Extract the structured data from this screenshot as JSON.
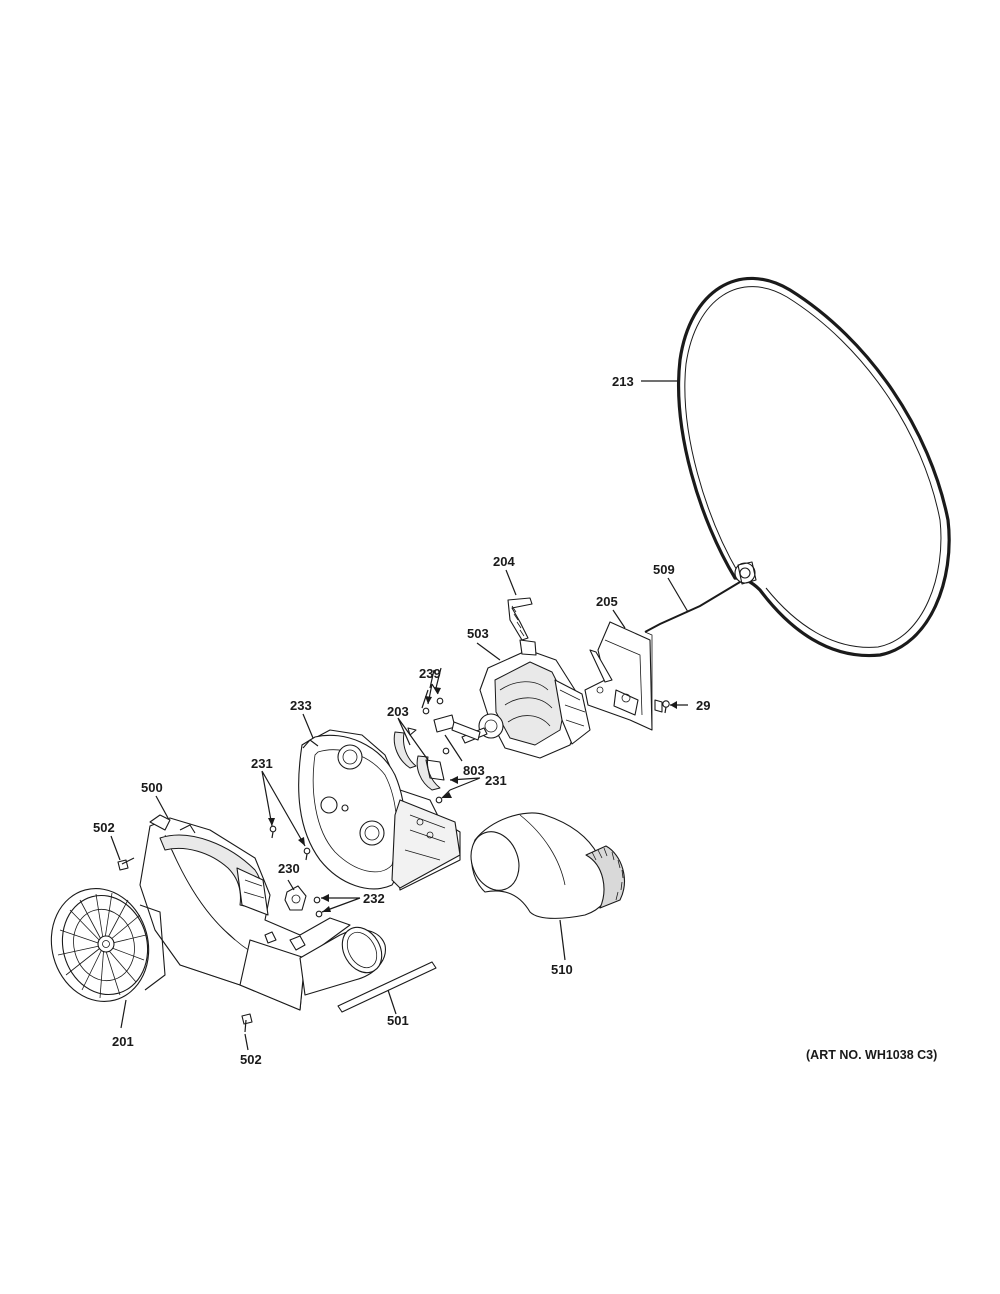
{
  "callouts": {
    "c213": "213",
    "c204": "204",
    "c509": "509",
    "c205": "205",
    "c503": "503",
    "c239": "239",
    "c29": "29",
    "c233": "233",
    "c203": "203",
    "c803": "803",
    "c231a": "231",
    "c231b": "231",
    "c500": "500",
    "c502a": "502",
    "c230": "230",
    "c232": "232",
    "c510": "510",
    "c501": "501",
    "c201": "201",
    "c502b": "502"
  },
  "art_number": "(ART NO. WH1038 C3)"
}
